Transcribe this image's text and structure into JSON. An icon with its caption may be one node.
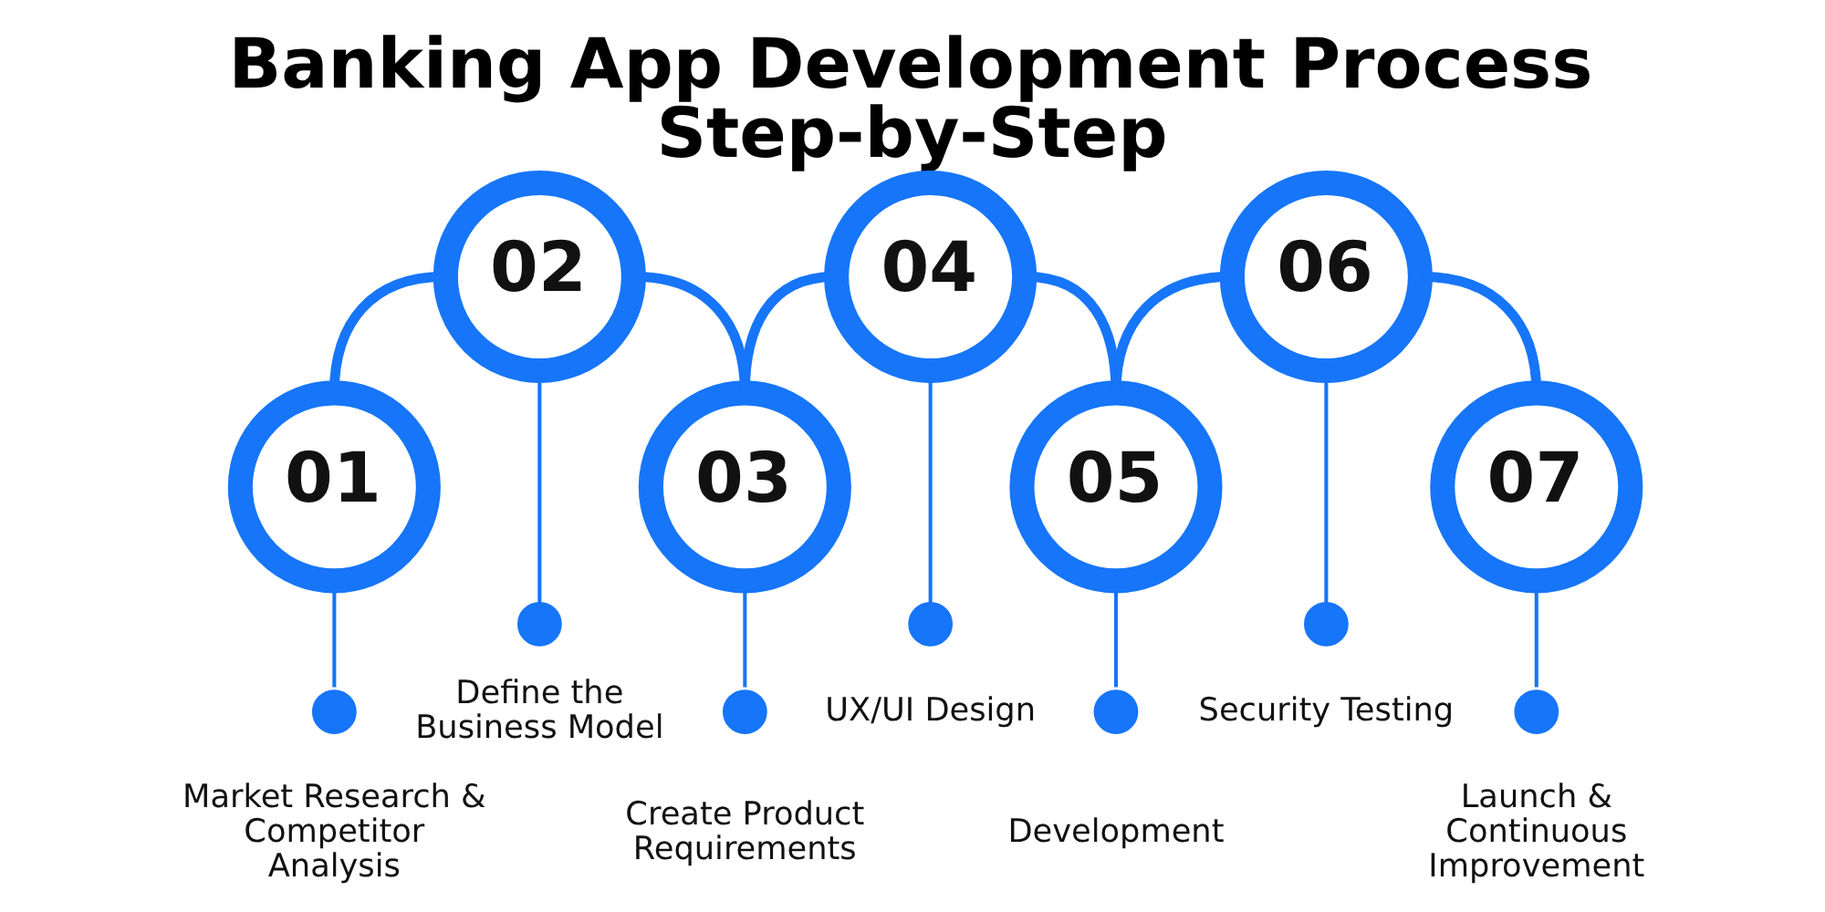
{
  "diagram": {
    "title": "Banking App Development Process Step-by-Step",
    "nodes": [
      {
        "text": [
          "01"
        ]
      },
      {
        "text": [],
        "shape": "circle",
        "beside": [
          "Market Research & Competitor Analysis"
        ]
      },
      {
        "text": [
          "02"
        ]
      },
      {
        "text": [],
        "shape": "circle",
        "beside": [
          "Define the Business Model"
        ]
      },
      {
        "text": [
          "03"
        ]
      },
      {
        "text": [],
        "shape": "circle",
        "beside": [
          "Create Product Requirements"
        ]
      },
      {
        "text": [
          "04"
        ]
      },
      {
        "text": [],
        "shape": "circle",
        "beside": [
          "UX/UI Design"
        ]
      },
      {
        "text": [
          "05"
        ]
      },
      {
        "text": [],
        "shape": "circle",
        "beside": [
          "Development"
        ]
      },
      {
        "text": [
          "06"
        ]
      },
      {
        "text": [],
        "shape": "circle",
        "beside": [
          "Security Testing"
        ]
      },
      {
        "text": [
          "07"
        ]
      },
      {
        "text": [],
        "shape": "circle",
        "beside": [
          "Launch & Continuous Improvement"
        ]
      }
    ],
    "edges": [
      {
        "from": 0,
        "to": 2,
        "arrow": "none",
        "style": "thick"
      },
      {
        "from": 2,
        "to": 4,
        "arrow": "none",
        "style": "thick"
      },
      {
        "from": 4,
        "to": 6,
        "arrow": "none",
        "style": "thick"
      },
      {
        "from": 6,
        "to": 8,
        "arrow": "none",
        "style": "thick"
      },
      {
        "from": 8,
        "to": 10,
        "arrow": "none",
        "style": "thick"
      },
      {
        "from": 10,
        "to": 12,
        "arrow": "none",
        "style": "thick"
      },
      {
        "from": 0,
        "to": 1,
        "arrow": "none"
      },
      {
        "from": 2,
        "to": 3,
        "arrow": "none"
      },
      {
        "from": 4,
        "to": 5,
        "arrow": "none"
      },
      {
        "from": 6,
        "to": 7,
        "arrow": "none"
      },
      {
        "from": 8,
        "to": 9,
        "arrow": "none"
      },
      {
        "from": 10,
        "to": 11,
        "arrow": "none"
      },
      {
        "from": 12,
        "to": 13,
        "arrow": "none"
      }
    ]
  }
}
